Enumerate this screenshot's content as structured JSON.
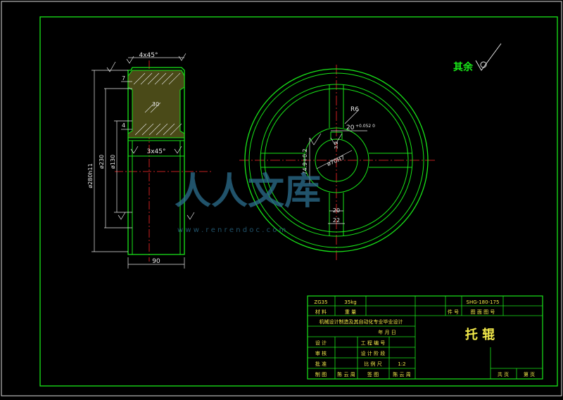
{
  "colors": {
    "background": "#000000",
    "frame": "#19e619",
    "dimension": "#e8e8e8",
    "centerline": "#ff2a2a",
    "table_text": "#f2e94a",
    "watermark": "#2c6f8f"
  },
  "roughness_note": "其余",
  "section": {
    "chamfer_top": "4x45°",
    "chamfer_bottom": "3x45°",
    "dim_7": "7",
    "dim_30": "30",
    "dim_4": "4",
    "dia_280": "ø280h11",
    "dia_230": "ø230",
    "dia_130": "ø130",
    "width_90": "90"
  },
  "front": {
    "radius": "R6",
    "keyway": "20",
    "keyway_tol": "+0.052 0",
    "depth": "74.9+0.2",
    "bore": "ø70H7",
    "rough": "3.2",
    "slot_w": "20",
    "slot_w2": "22"
  },
  "watermark": {
    "logo_text": "人人文库",
    "url": "w w w . r e n r e n d o c . c o m"
  },
  "title_block": {
    "material": "ZG35",
    "weight": "35kg",
    "material_label": "材 料",
    "weight_label": "重 量",
    "drawing_no": "SHG-180-175",
    "pieces_label": "件 号",
    "ref_label": "图 面 图 号",
    "school": "机械设计制造及其自动化专业毕业设计",
    "date_label": "年 月 日",
    "part_name": "托 辊",
    "design_label": "设 计",
    "check_label": "审 核",
    "approve_label": "批 准",
    "drawing_label": "制 图",
    "proj_label": "工 程 编 号",
    "stage_label": "设 计 阶 段",
    "scale_label": "比 例 尺",
    "scale": "1:2",
    "sheets_label": "共 页",
    "sheet_label": "第 页",
    "signature1": "陈 云 周",
    "signature2": "陈 云 周",
    "seal": "签 图"
  }
}
